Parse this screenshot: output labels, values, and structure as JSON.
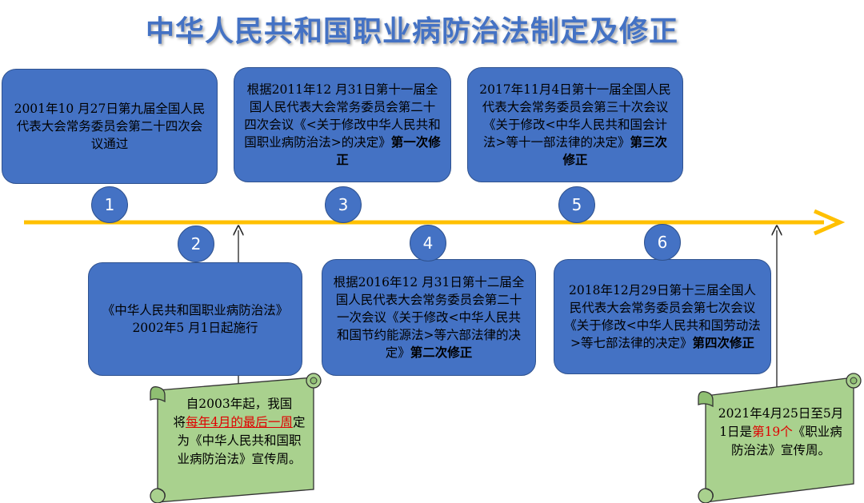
{
  "title": "中华人民共和国职业病防治法制定及修正",
  "colors": {
    "box": "#4472c4",
    "arrow": "#ffc000",
    "scroll": "#a9d18e",
    "highlight": "#e00000"
  },
  "events": [
    {
      "num": "1",
      "text": "2001年10 月27日第九届全国人民代表大会常务委员会第二十四次会议通过",
      "tag": ""
    },
    {
      "num": "2",
      "text": "《中华人民共和国职业病防治法》2002年5 月1日起施行",
      "tag": ""
    },
    {
      "num": "3",
      "text": "根据2011年12 月31日第十一届全国人民代表大会常务委员会第二十四次会议《<关于修改中华人民共和国职业病防治法>的决定》",
      "tag": "第一次修正"
    },
    {
      "num": "4",
      "text": "根据2016年12 月31日第十二届全国人民代表大会常务委员会第二十一次会议《关于修改<中华人民共和国节约能源法>等六部法律的决定》",
      "tag": "第二次修正"
    },
    {
      "num": "5",
      "text": "2017年11月4日第十一届全国人民代表大会常务委员会第三十次会议《关于修改<中华人民共和国会计法>等十一部法律的决定》",
      "tag": "第三次修正"
    },
    {
      "num": "6",
      "text": "2018年12月29日第十三届全国人民代表大会常务委员会第七次会议《关于修改<中华人民共和国劳动法>等七部法律的决定》",
      "tag": "第四次修正"
    }
  ],
  "scroll_left": {
    "line1": "自2003年起，我国",
    "pre": "将",
    "highlight": "每年4月的最后一周",
    "post": "定为《中华人民共和国职业病防治法》宣传周。"
  },
  "scroll_right": {
    "pre": "2021年4月25日至5月1日是",
    "highlight": "第19个",
    "post": "《职业病防治法》宣传周。"
  }
}
